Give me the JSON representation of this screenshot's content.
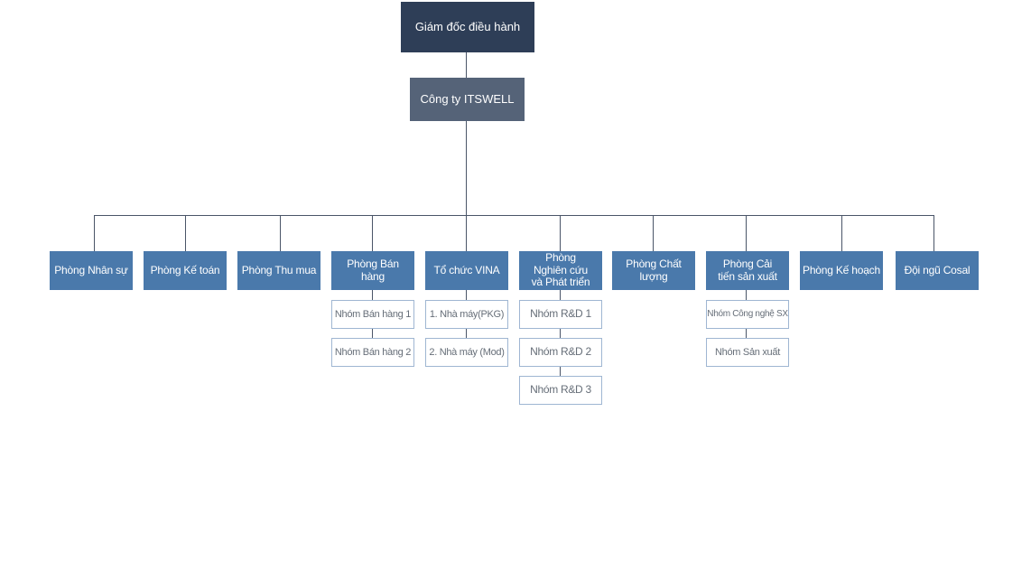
{
  "root": {
    "label": "Giám đốc điều hành"
  },
  "company": {
    "label": "Công ty ITSWELL"
  },
  "departments": [
    {
      "label": "Phòng Nhân sự",
      "children": []
    },
    {
      "label": "Phòng Kế toán",
      "children": []
    },
    {
      "label": "Phòng Thu mua",
      "children": []
    },
    {
      "label": "Phòng Bán hàng",
      "children": [
        "Nhóm Bán hàng 1",
        "Nhóm Bán hàng 2"
      ]
    },
    {
      "label": "Tổ chức VINA",
      "children": [
        "1. Nhà máy(PKG)",
        "2. Nhà máy (Mod)"
      ]
    },
    {
      "label": "Phòng Nghiên cứu và Phát triển",
      "children": [
        "Nhóm R&D 1",
        "Nhóm R&D 2",
        "Nhóm R&D 3"
      ]
    },
    {
      "label": "Phòng Chất lượng",
      "children": []
    },
    {
      "label": "Phòng Cải tiến sản xuất",
      "children": [
        "Nhóm Công nghệ SX",
        "Nhóm Sản xuất"
      ]
    },
    {
      "label": "Phòng Kế hoạch",
      "children": []
    },
    {
      "label": "Đội ngũ Cosal",
      "children": []
    }
  ],
  "colors": {
    "root": "#2e3e57",
    "company": "#556378",
    "department": "#4a79ab",
    "sub_border": "#9fb6d2",
    "connector": "#4a5568"
  }
}
